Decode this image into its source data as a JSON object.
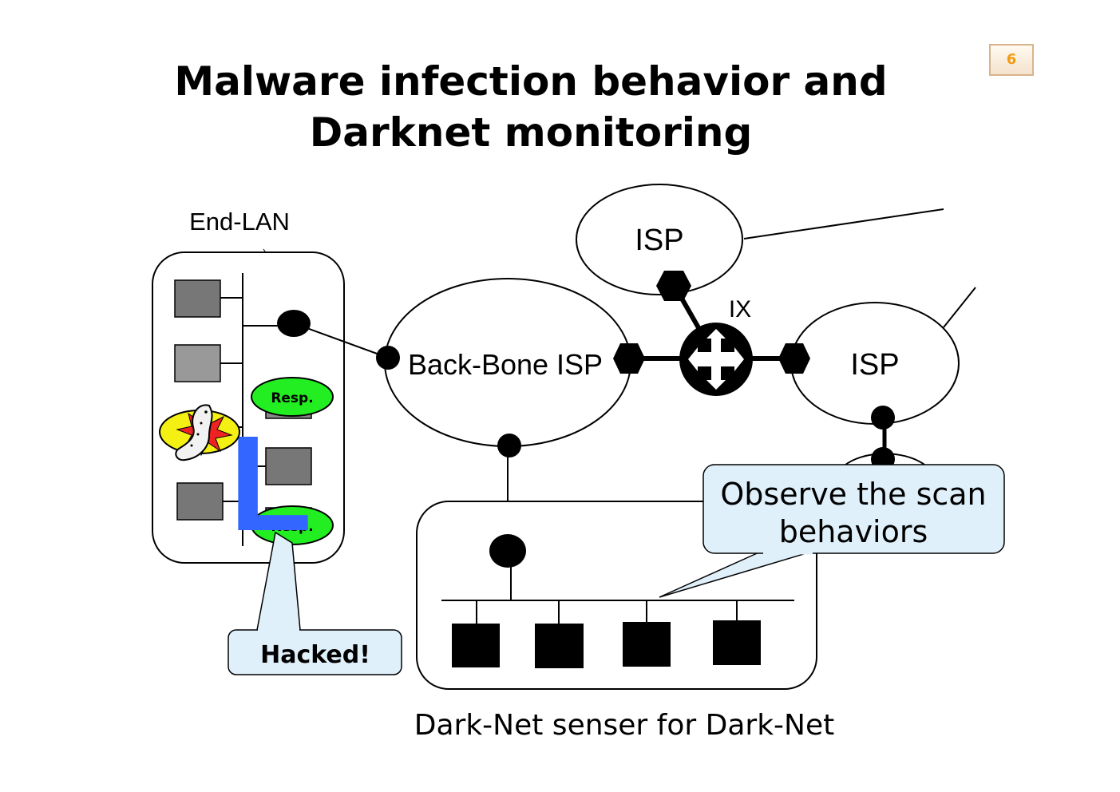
{
  "slide": {
    "title_line1": "Malware infection behavior and",
    "title_line2": "Darknet monitoring",
    "page_number": "6"
  },
  "labels": {
    "end_lan": "End-LAN",
    "isp_top": "ISP",
    "isp_right": "ISP",
    "backbone_isp": "Back-Bone ISP",
    "ix": "IX",
    "resp_top": "Resp.",
    "resp_bottom": "Resp.",
    "hacked": "Hacked!",
    "observe_line1": "Observe the scan",
    "observe_line2": "behaviors",
    "darknet_caption": "Dark-Net senser for Dark-Net",
    "l_letter": "L"
  },
  "colors": {
    "resp_green": "#22ee22",
    "callout_fill": "#dff0fb",
    "blue_l": "#3366ff",
    "warning_yellow": "#f4f014",
    "explosion_red": "#ee2222"
  }
}
